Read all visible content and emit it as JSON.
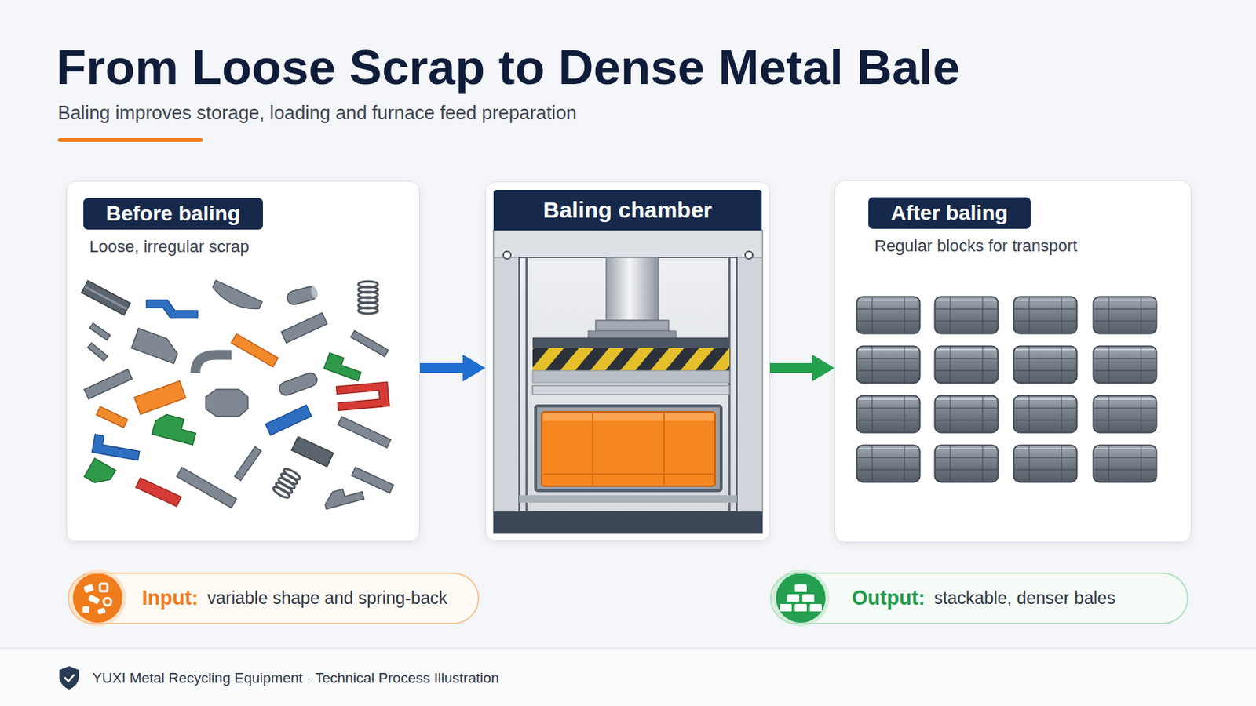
{
  "diagram": {
    "title": "From Loose Scrap to Dense Metal Bale",
    "nodes": [
      {
        "text": [
          "Before baling",
          "Loose, irregular scrap"
        ]
      },
      {
        "text": [
          "Baling chamber"
        ]
      },
      {
        "text": [
          "After baling",
          "Regular blocks for transport"
        ]
      },
      {
        "text": [
          "Input:",
          "variable shape and spring-back"
        ]
      },
      {
        "text": [
          "Output:",
          "stackable, denser bales"
        ]
      }
    ],
    "edges": [
      {
        "from": 0,
        "to": 1,
        "arrow": "to"
      },
      {
        "from": 1,
        "to": 2,
        "arrow": "to"
      }
    ],
    "labels": [
      "Baling improves storage, loading and furnace feed preparation",
      "YUXI Metal Recycling Equipment · Technical Process Illustration"
    ]
  }
}
